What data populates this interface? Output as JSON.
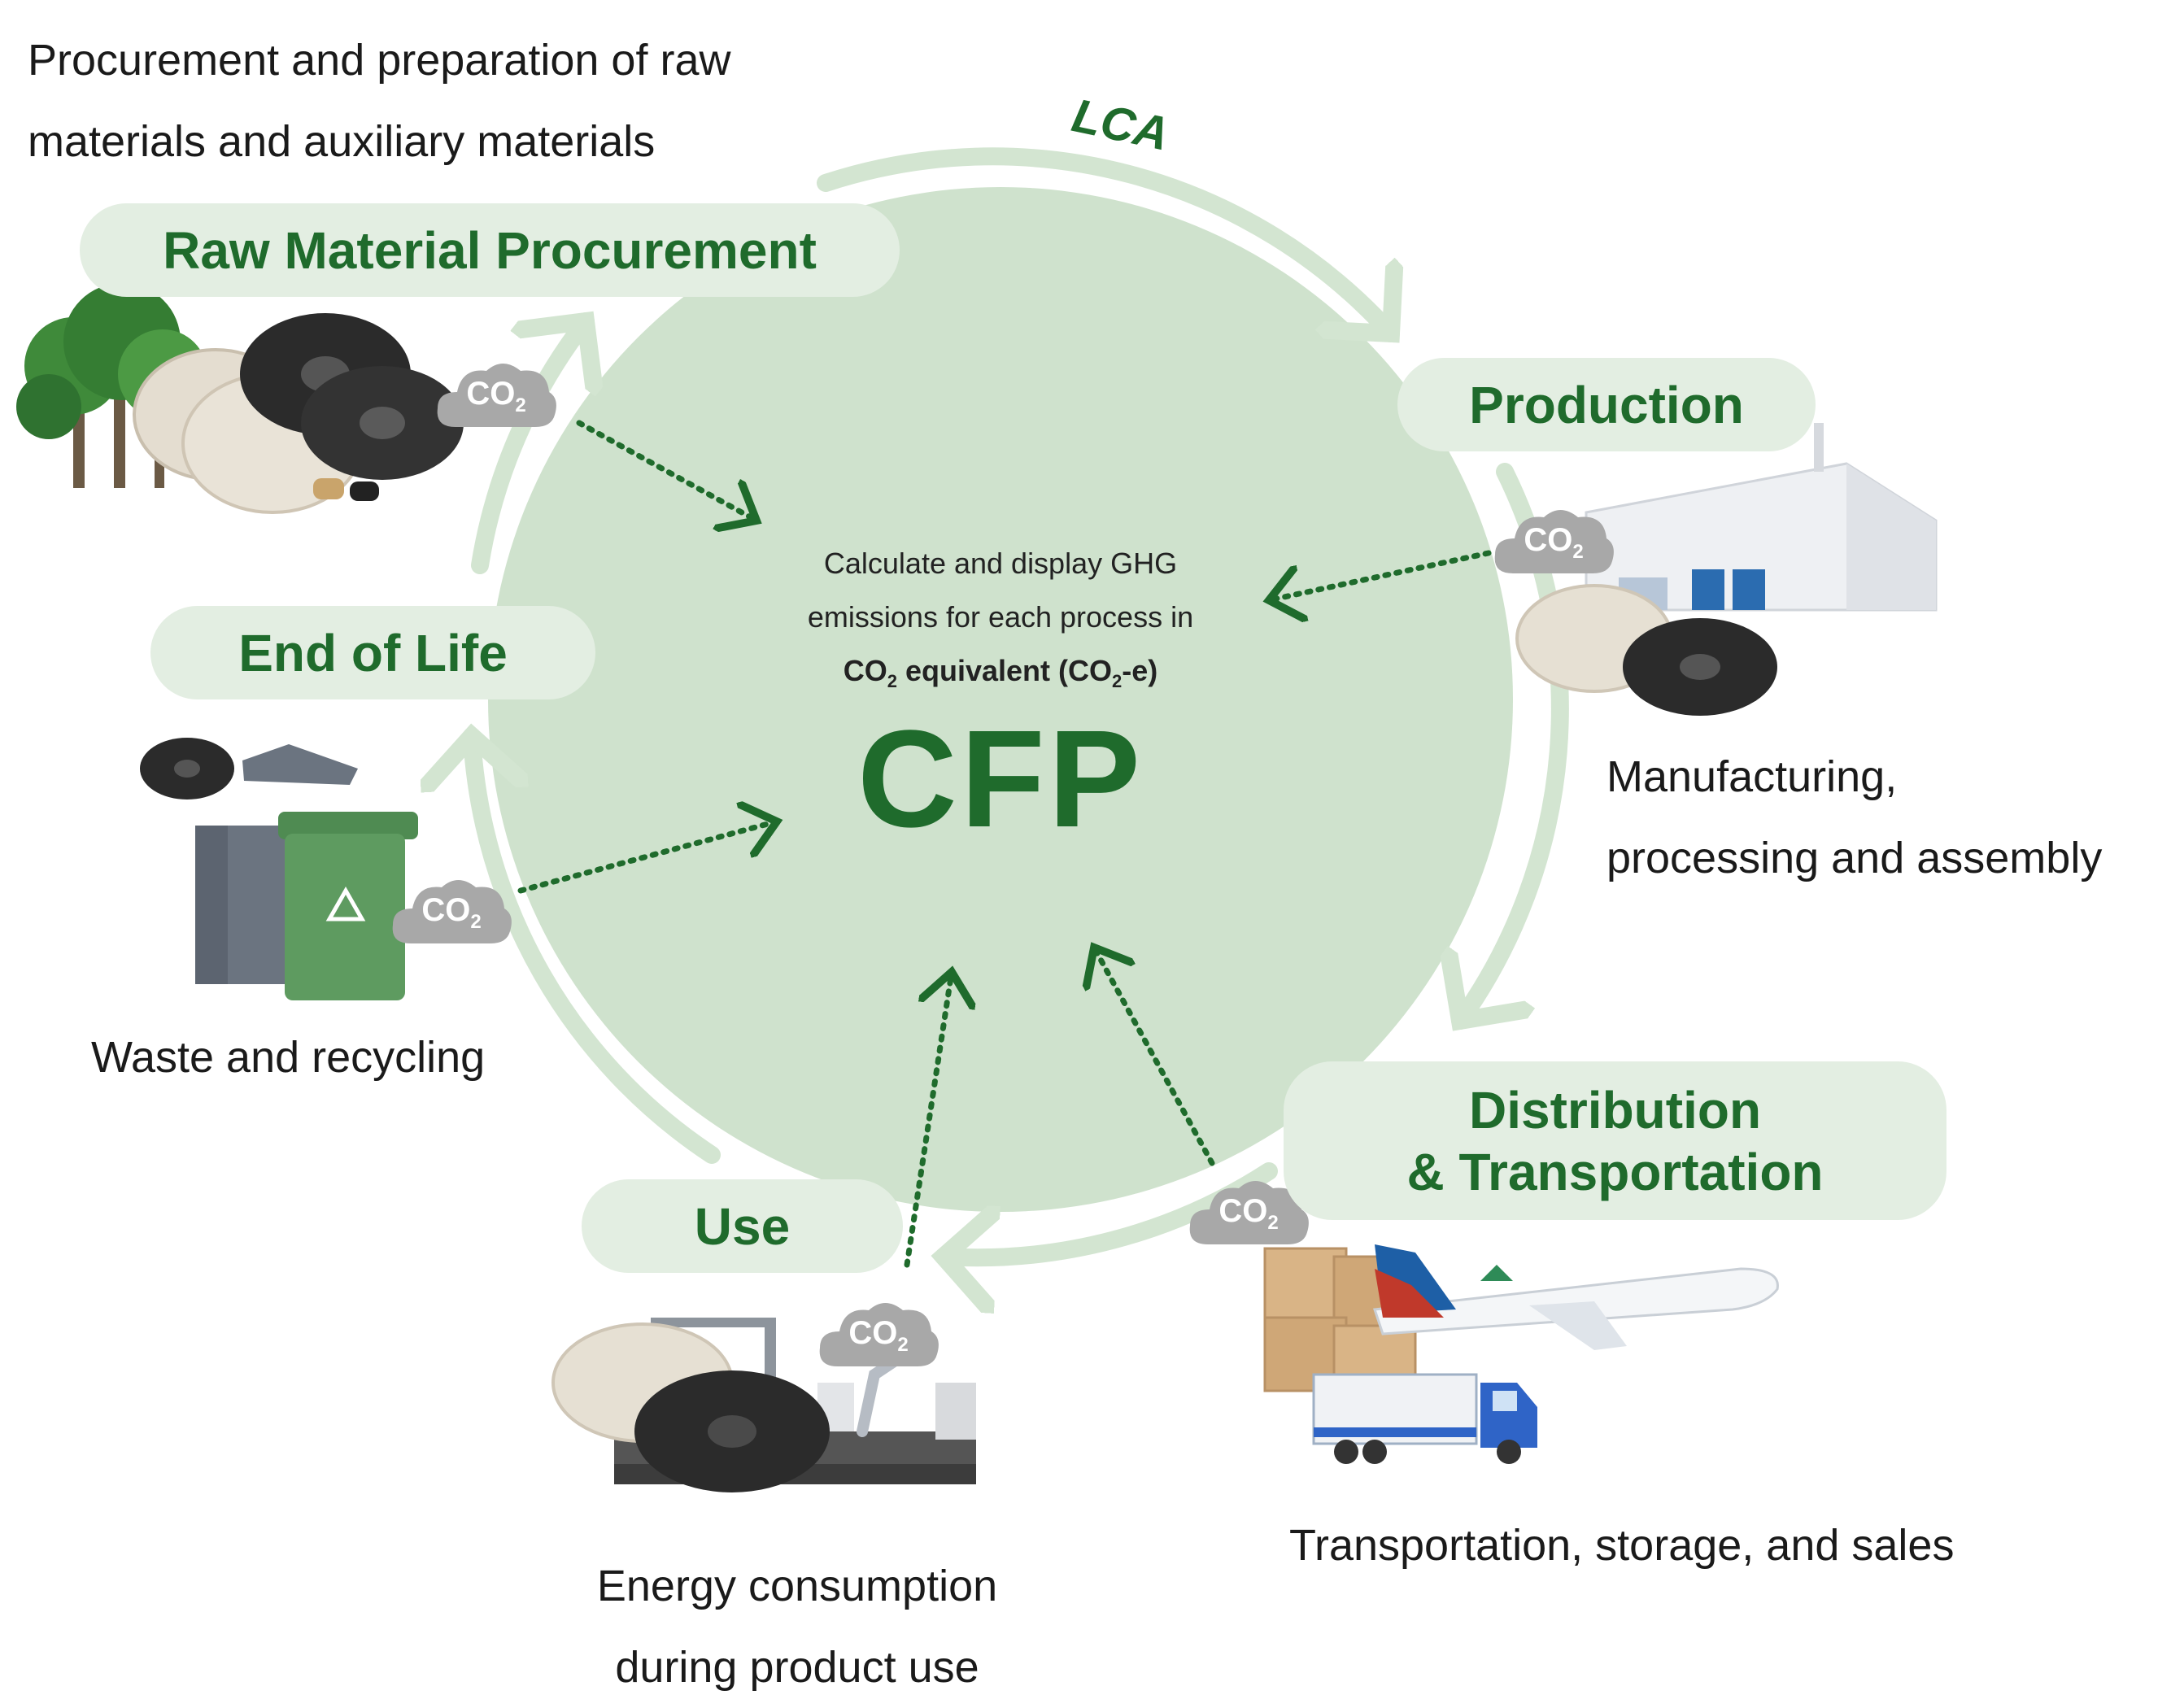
{
  "header": {
    "procurement_desc_line1": "Procurement and preparation of raw",
    "procurement_desc_line2": "materials and auxiliary materials"
  },
  "cycle": {
    "label": "LCA",
    "center_line1": "Calculate and display GHG",
    "center_line2": "emissions for each process in",
    "center_line3_pre": "CO",
    "center_line3_sub": "2",
    "center_line3_mid": " equivalent (CO",
    "center_line3_sub2": "2",
    "center_line3_post": "-e)",
    "center_title": "CFP"
  },
  "stages": {
    "raw_material": {
      "title": "Raw Material Procurement"
    },
    "production": {
      "title": "Production",
      "desc_line1": "Manufacturing,",
      "desc_line2": "processing and assembly"
    },
    "distribution": {
      "title_line1": "Distribution",
      "title_line2": "& Transportation",
      "desc": "Transportation, storage, and sales"
    },
    "use": {
      "title": "Use",
      "desc_line1": "Energy consumption",
      "desc_line2": "during product use"
    },
    "end_of_life": {
      "title": "End of Life",
      "desc": "Waste and recycling"
    }
  },
  "co2_badge": {
    "main": "CO",
    "sub": "2"
  },
  "colors": {
    "circle_fill": "#cfe2cd",
    "ring": "#d3e5d1",
    "pill": "#e3eee2",
    "accent_green": "#1f6b2c",
    "cloud_gray": "#a8a8a8"
  },
  "icons": [
    "tree-icon",
    "reel-icon",
    "factory-icon",
    "airplane-icon",
    "truck-icon",
    "boxes-icon",
    "trash-bin-icon",
    "recycle-icon",
    "assembly-line-icon",
    "co2-cloud-icon"
  ]
}
